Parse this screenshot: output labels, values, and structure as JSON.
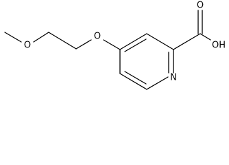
{
  "molecule": {
    "atoms": {
      "o_methoxy": "O",
      "o_ether": "O",
      "o_carbonyl": "O",
      "oh_group": "OH",
      "n_ring": "N"
    }
  }
}
